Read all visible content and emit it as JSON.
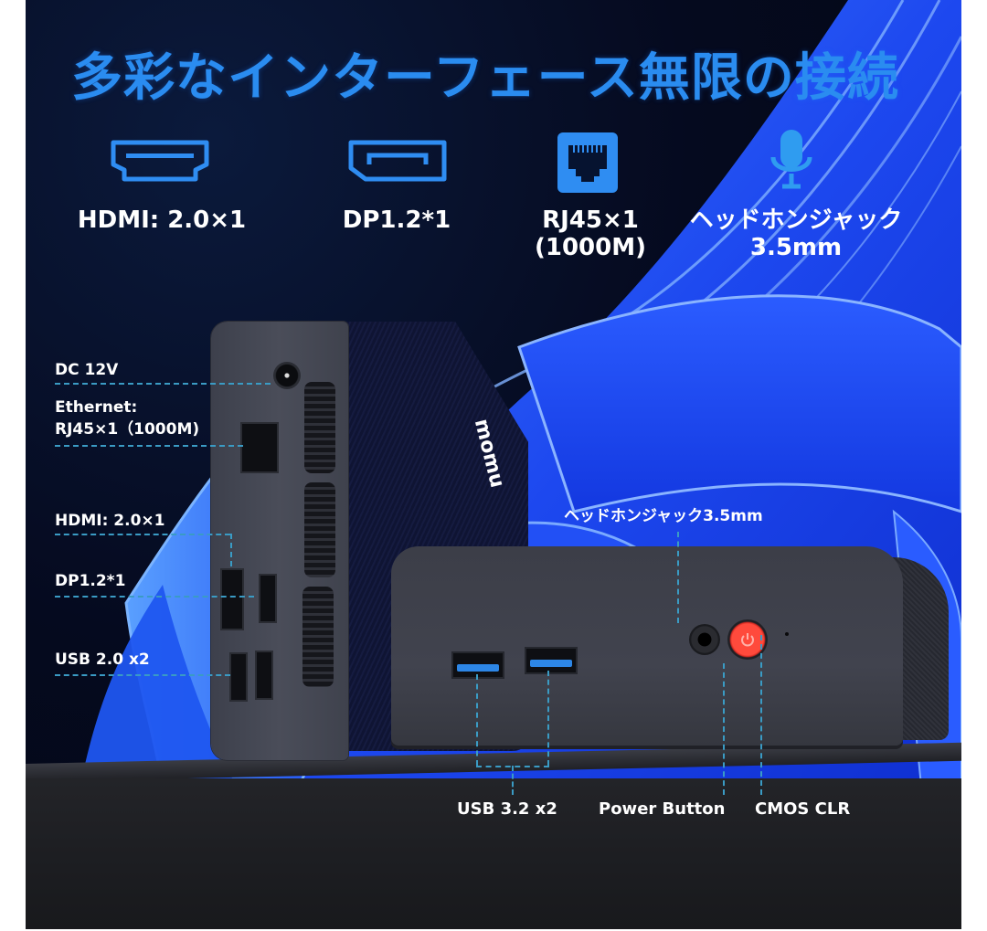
{
  "title": "多彩なインターフェース無限の接続",
  "brand": "momu",
  "colors": {
    "title_blue": "#2a8cf0",
    "icon_blue": "#2f8df2",
    "dash_line": "#3a9bc4",
    "power_red": "#ff4a3c",
    "usb3_blue": "#2d86e6",
    "background_dark": "#040716",
    "wallpaper_blue": "#1a47f0",
    "floor": "#1e1f23"
  },
  "features": [
    {
      "icon": "hdmi-port-icon",
      "label_line1": "HDMI: 2.0×1",
      "label_line2": ""
    },
    {
      "icon": "displayport-icon",
      "label_line1": "DP1.2*1",
      "label_line2": ""
    },
    {
      "icon": "rj45-ethernet-icon",
      "label_line1": "RJ45×1",
      "label_line2": "(1000M)"
    },
    {
      "icon": "microphone-headphone-icon",
      "label_line1": "ヘッドホンジャック",
      "label_line2": "3.5mm"
    }
  ],
  "rear_ports": [
    {
      "label_line1": "DC 12V",
      "label_line2": ""
    },
    {
      "label_line1": "Ethernet:",
      "label_line2": "RJ45×1（1000M)"
    },
    {
      "label_line1": "HDMI: 2.0×1",
      "label_line2": ""
    },
    {
      "label_line1": "DP1.2*1",
      "label_line2": ""
    },
    {
      "label_line1": "USB 2.0 x2",
      "label_line2": ""
    }
  ],
  "front_ports": {
    "headphone": "ヘッドホンジャック3.5mm",
    "usb": "USB 3.2 x2",
    "power": "Power Button",
    "cmos": "CMOS CLR"
  }
}
